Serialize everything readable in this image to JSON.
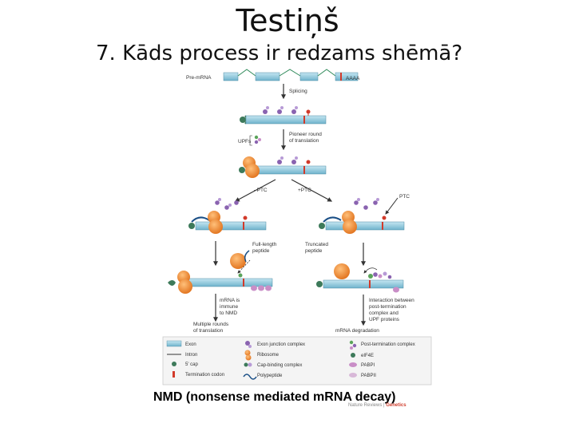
{
  "slide": {
    "title": "Testiņš",
    "question": "7.  Kāds process ir redzams shēmā?",
    "caption": "NMD (nonsense mediated mRNA decay)",
    "credit_journal": "Nature Reviews",
    "credit_section": "Genetics"
  },
  "diagram": {
    "labels": {
      "pre_mrna": "Pre-mRNA",
      "aaaa": "AAAA",
      "splicing": "Splicing",
      "pioneer_1": "Pioneer round",
      "pioneer_2": "of translation",
      "upfs": "UPFs",
      "minus_ptc": "–PTC",
      "plus_ptc": "+PTC",
      "ptc": "PTC",
      "full_1": "Full-length",
      "full_2": "peptide",
      "trunc_1": "Truncated",
      "trunc_2": "peptide",
      "immune_1": "mRNA is",
      "immune_2": "immune",
      "immune_3": "to NMD",
      "multi_1": "Multiple rounds",
      "multi_2": "of translation",
      "inter_1": "Interaction between",
      "inter_2": "post-termination",
      "inter_3": "complex and",
      "inter_4": "UPF proteins",
      "degradation": "mRNA degradation"
    },
    "legend": [
      {
        "label": "Exon",
        "symbol": "exon-icon"
      },
      {
        "label": "Intron",
        "symbol": "intron-icon"
      },
      {
        "label": "5' cap",
        "symbol": "cap-icon"
      },
      {
        "label": "Termination codon",
        "symbol": "termination-codon-icon"
      },
      {
        "label": "Exon junction complex",
        "symbol": "ejc-icon"
      },
      {
        "label": "Ribosome",
        "symbol": "ribosome-icon"
      },
      {
        "label": "Cap-binding complex",
        "symbol": "cap-binding-complex-icon"
      },
      {
        "label": "Polypeptide",
        "symbol": "polypeptide-icon"
      },
      {
        "label": "Post-termination complex",
        "symbol": "post-termination-complex-icon"
      },
      {
        "label": "eIF4E",
        "symbol": "eif4e-icon"
      },
      {
        "label": "PABPI",
        "symbol": "pabpi-icon"
      },
      {
        "label": "PABPII",
        "symbol": "pabpii-icon"
      }
    ],
    "colors": {
      "exon": "#8ecbe0",
      "ribosome": "#f08a2c",
      "ejc": "#8a63b0",
      "cap": "#3d7a5a",
      "termination": "#d23a2a",
      "pabp": "#c98ec7",
      "arrow": "#333333"
    }
  }
}
